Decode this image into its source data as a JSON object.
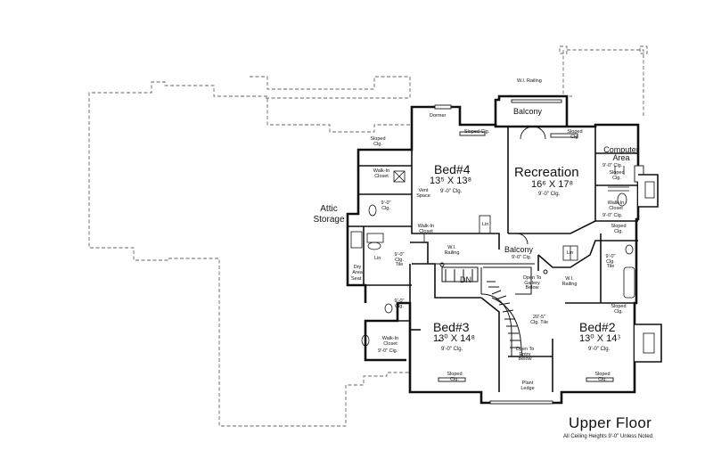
{
  "title": "Upper Floor",
  "note": "All Ceiling Heights 9'-0\" Unless Noted.",
  "rooms": {
    "bed4": {
      "name": "Bed#4",
      "dims": "13⁵ X 13⁸",
      "clg": "9'-0\" Clg."
    },
    "recreation": {
      "name": "Recreation",
      "dims": "16⁶ X 17⁸",
      "clg": "9'-0\" Clg."
    },
    "bed3": {
      "name": "Bed#3",
      "dims": "13⁰ X 14⁸",
      "clg": "9'-0\" Clg."
    },
    "bed2": {
      "name": "Bed#2",
      "dims": "13⁰ X 14⁳",
      "clg": "9'-0\" Clg."
    },
    "computer": {
      "name": "Computer Area",
      "clg": "9'-0\" Clg."
    },
    "attic": {
      "name": "Attic Storage"
    }
  },
  "labels": {
    "balcony_top": "Balcony",
    "balcony_mid": "Balcony",
    "balcony_mid_clg": "9'-0\" Clg.",
    "wi_railing_top": "W.I. Railing",
    "wi_railing_left": "W.I. Railing",
    "wi_railing_right": "W.I. Railing",
    "dormer": "Dormer",
    "sloped": "Sloped Clg.",
    "walkin_closet": "Walk-In Closet",
    "walkin_closet_clg": "9'-0\" Clg.",
    "vent_space": "Vent Space",
    "nine_clg": "9'-0\" Clg.",
    "nine_clg_tile": "9'-0\" Clg. Tile",
    "dry_area": "Dry Area",
    "seat": "Seat",
    "lin": "Lin",
    "dn": "DN",
    "open_gallery": "Open To Gallery Below",
    "open_entry": "Open To Entry Below",
    "twenty_clg": "20'-5\" Clg. Tile",
    "plant_ledge": "Plant Ledge"
  }
}
